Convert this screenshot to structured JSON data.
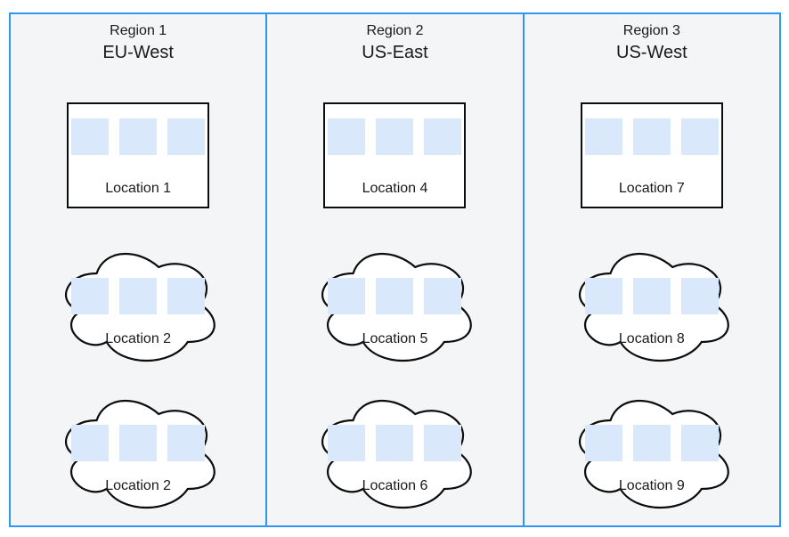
{
  "diagram": {
    "colors": {
      "accent_blue": "#2E96F3",
      "region_bg": "#F4F5F6",
      "node_border": "#0D0D0D",
      "node_fill": "#FFFFFF",
      "square_fill": "#DAE8FC",
      "text_color": "#1A1A1A"
    }
  },
  "regions": [
    {
      "title": "Region 1",
      "subtitle": "EU-West",
      "building": {
        "label": "Location 1"
      },
      "clouds": [
        {
          "label": "Location 2"
        },
        {
          "label": "Location 2"
        }
      ]
    },
    {
      "title": "Region 2",
      "subtitle": "US-East",
      "building": {
        "label": "Location 4"
      },
      "clouds": [
        {
          "label": "Location 5"
        },
        {
          "label": "Location 6"
        }
      ]
    },
    {
      "title": "Region 3",
      "subtitle": "US-West",
      "building": {
        "label": "Location 7"
      },
      "clouds": [
        {
          "label": "Location 8"
        },
        {
          "label": "Location 9"
        }
      ]
    }
  ]
}
